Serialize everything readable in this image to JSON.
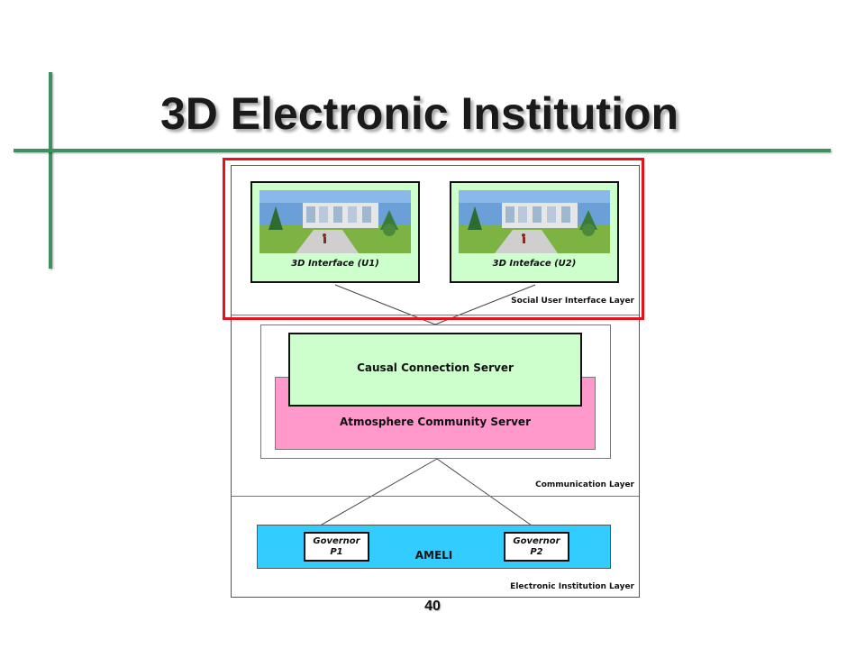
{
  "slide": {
    "title": "3D Electronic Institution",
    "page_number": "40",
    "accent_color": "#3f8f5f",
    "highlight_color": "#e8101a"
  },
  "diagram": {
    "layers": {
      "social": "Social User Interface Layer",
      "communication": "Communication Layer",
      "institution": "Electronic Institution Layer"
    },
    "interfaces": [
      {
        "label": "3D Interface (U1)"
      },
      {
        "label": "3D Inteface (U2)"
      }
    ],
    "servers": {
      "causal": "Causal Connection Server",
      "atmosphere": "Atmosphere Community Server"
    },
    "ameli": "AMELI",
    "governors": [
      {
        "line1": "Governor",
        "line2": "P1"
      },
      {
        "line1": "Governor",
        "line2": "P2"
      }
    ],
    "colors": {
      "interface_fill": "#ccffcc",
      "atmosphere_fill": "#ff99cc",
      "ameli_fill": "#33ccff"
    }
  }
}
